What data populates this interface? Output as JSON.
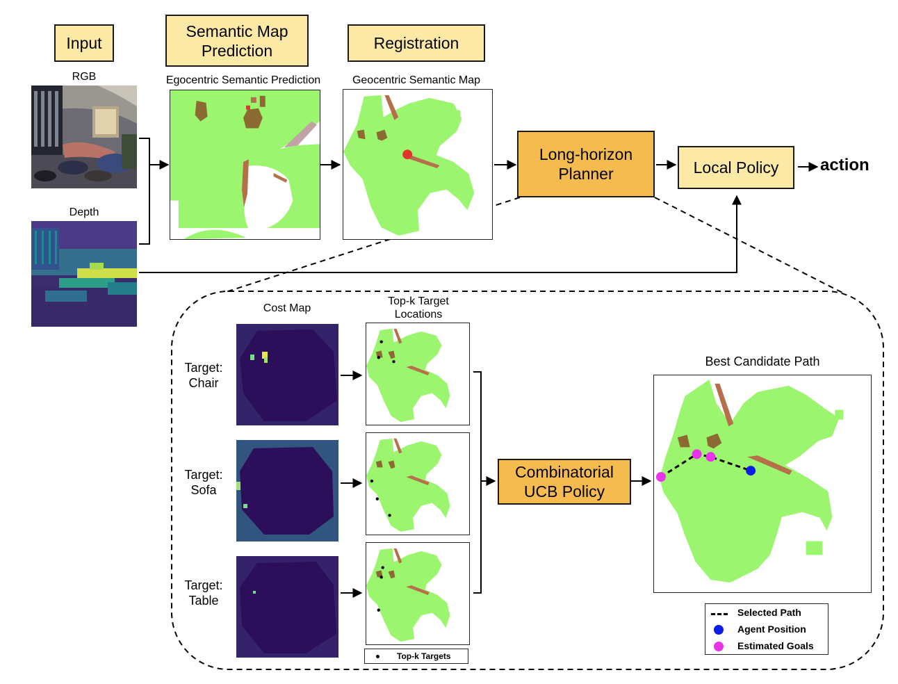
{
  "stages": {
    "input": "Input",
    "semantic_map_prediction": "Semantic Map\nPrediction",
    "registration": "Registration",
    "long_horizon_planner": "Long-horizon\nPlanner",
    "local_policy": "Local Policy",
    "combinatorial_ucb": "Combinatorial\nUCB Policy",
    "action": "action"
  },
  "labels": {
    "rgb": "RGB",
    "depth": "Depth",
    "egocentric": "Egocentric Semantic Prediction",
    "geocentric": "Geocentric Semantic Map",
    "cost_map": "Cost Map",
    "topk_locations": "Top-k Target\nLocations",
    "best_candidate_path": "Best Candidate Path"
  },
  "targets": [
    {
      "label": "Target:\nChair"
    },
    {
      "label": "Target:\nSofa"
    },
    {
      "label": "Target:\nTable"
    }
  ],
  "topk_legend": "Top-k Targets",
  "path_legend": [
    {
      "label": "Selected Path",
      "icon": "dashed-line-icon"
    },
    {
      "label": "Agent Position",
      "icon": "blue-dot-icon",
      "color": "#0a1ee6"
    },
    {
      "label": "Estimated Goals",
      "icon": "magenta-dot-icon",
      "color": "#e833e8"
    }
  ],
  "colors": {
    "free_space": "#9cf56e",
    "furniture": "#8b6b32",
    "wall_edge": "#b5704a",
    "agent_marker": "#e0352b",
    "cost_background": "#2c0f5a",
    "box_light": "#fde9a6",
    "box_orange": "#f6bb4f"
  }
}
